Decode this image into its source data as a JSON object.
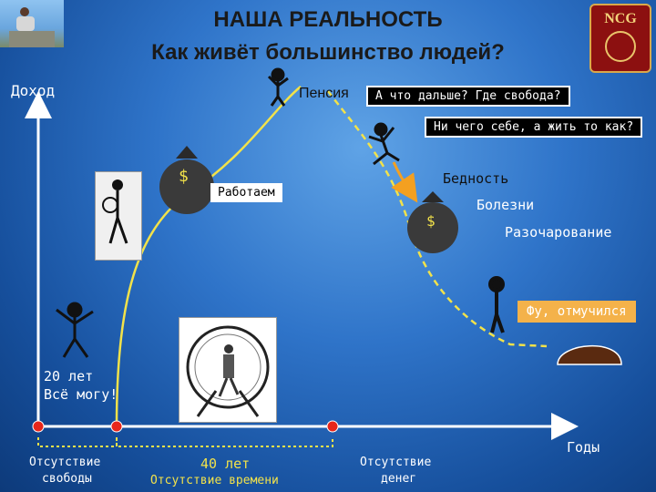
{
  "title_line1": "НАША РЕАЛЬНОСТЬ",
  "title_line2": "Как живёт большинство людей?",
  "logo": {
    "text": "NCG"
  },
  "axis": {
    "y_label": "Доход",
    "x_label": "Годы"
  },
  "labels": {
    "pension": "Пенсия",
    "what_next": "А что дальше? Где свобода?",
    "nothing_for_self": "Ни чего себе, а жить то как?",
    "poverty": "Бедность",
    "diseases": "Болезни",
    "disappointment": "Разочарование",
    "working": "Работаем",
    "done": "Фу, отмучился",
    "age20_line1": "20 лет",
    "age20_line2": "Всё могу!",
    "no_freedom_line1": "Отсутствие",
    "no_freedom_line2": "свободы",
    "age40": "40 лет",
    "no_time": "Отсутствие времени",
    "no_money_line1": "Отсутствие",
    "no_money_line2": "денег",
    "dollar": "$"
  },
  "colors": {
    "curve": "#f2e24a",
    "dot": "#e8261a",
    "axis": "#ffffff",
    "arrow": "#f4a020"
  }
}
